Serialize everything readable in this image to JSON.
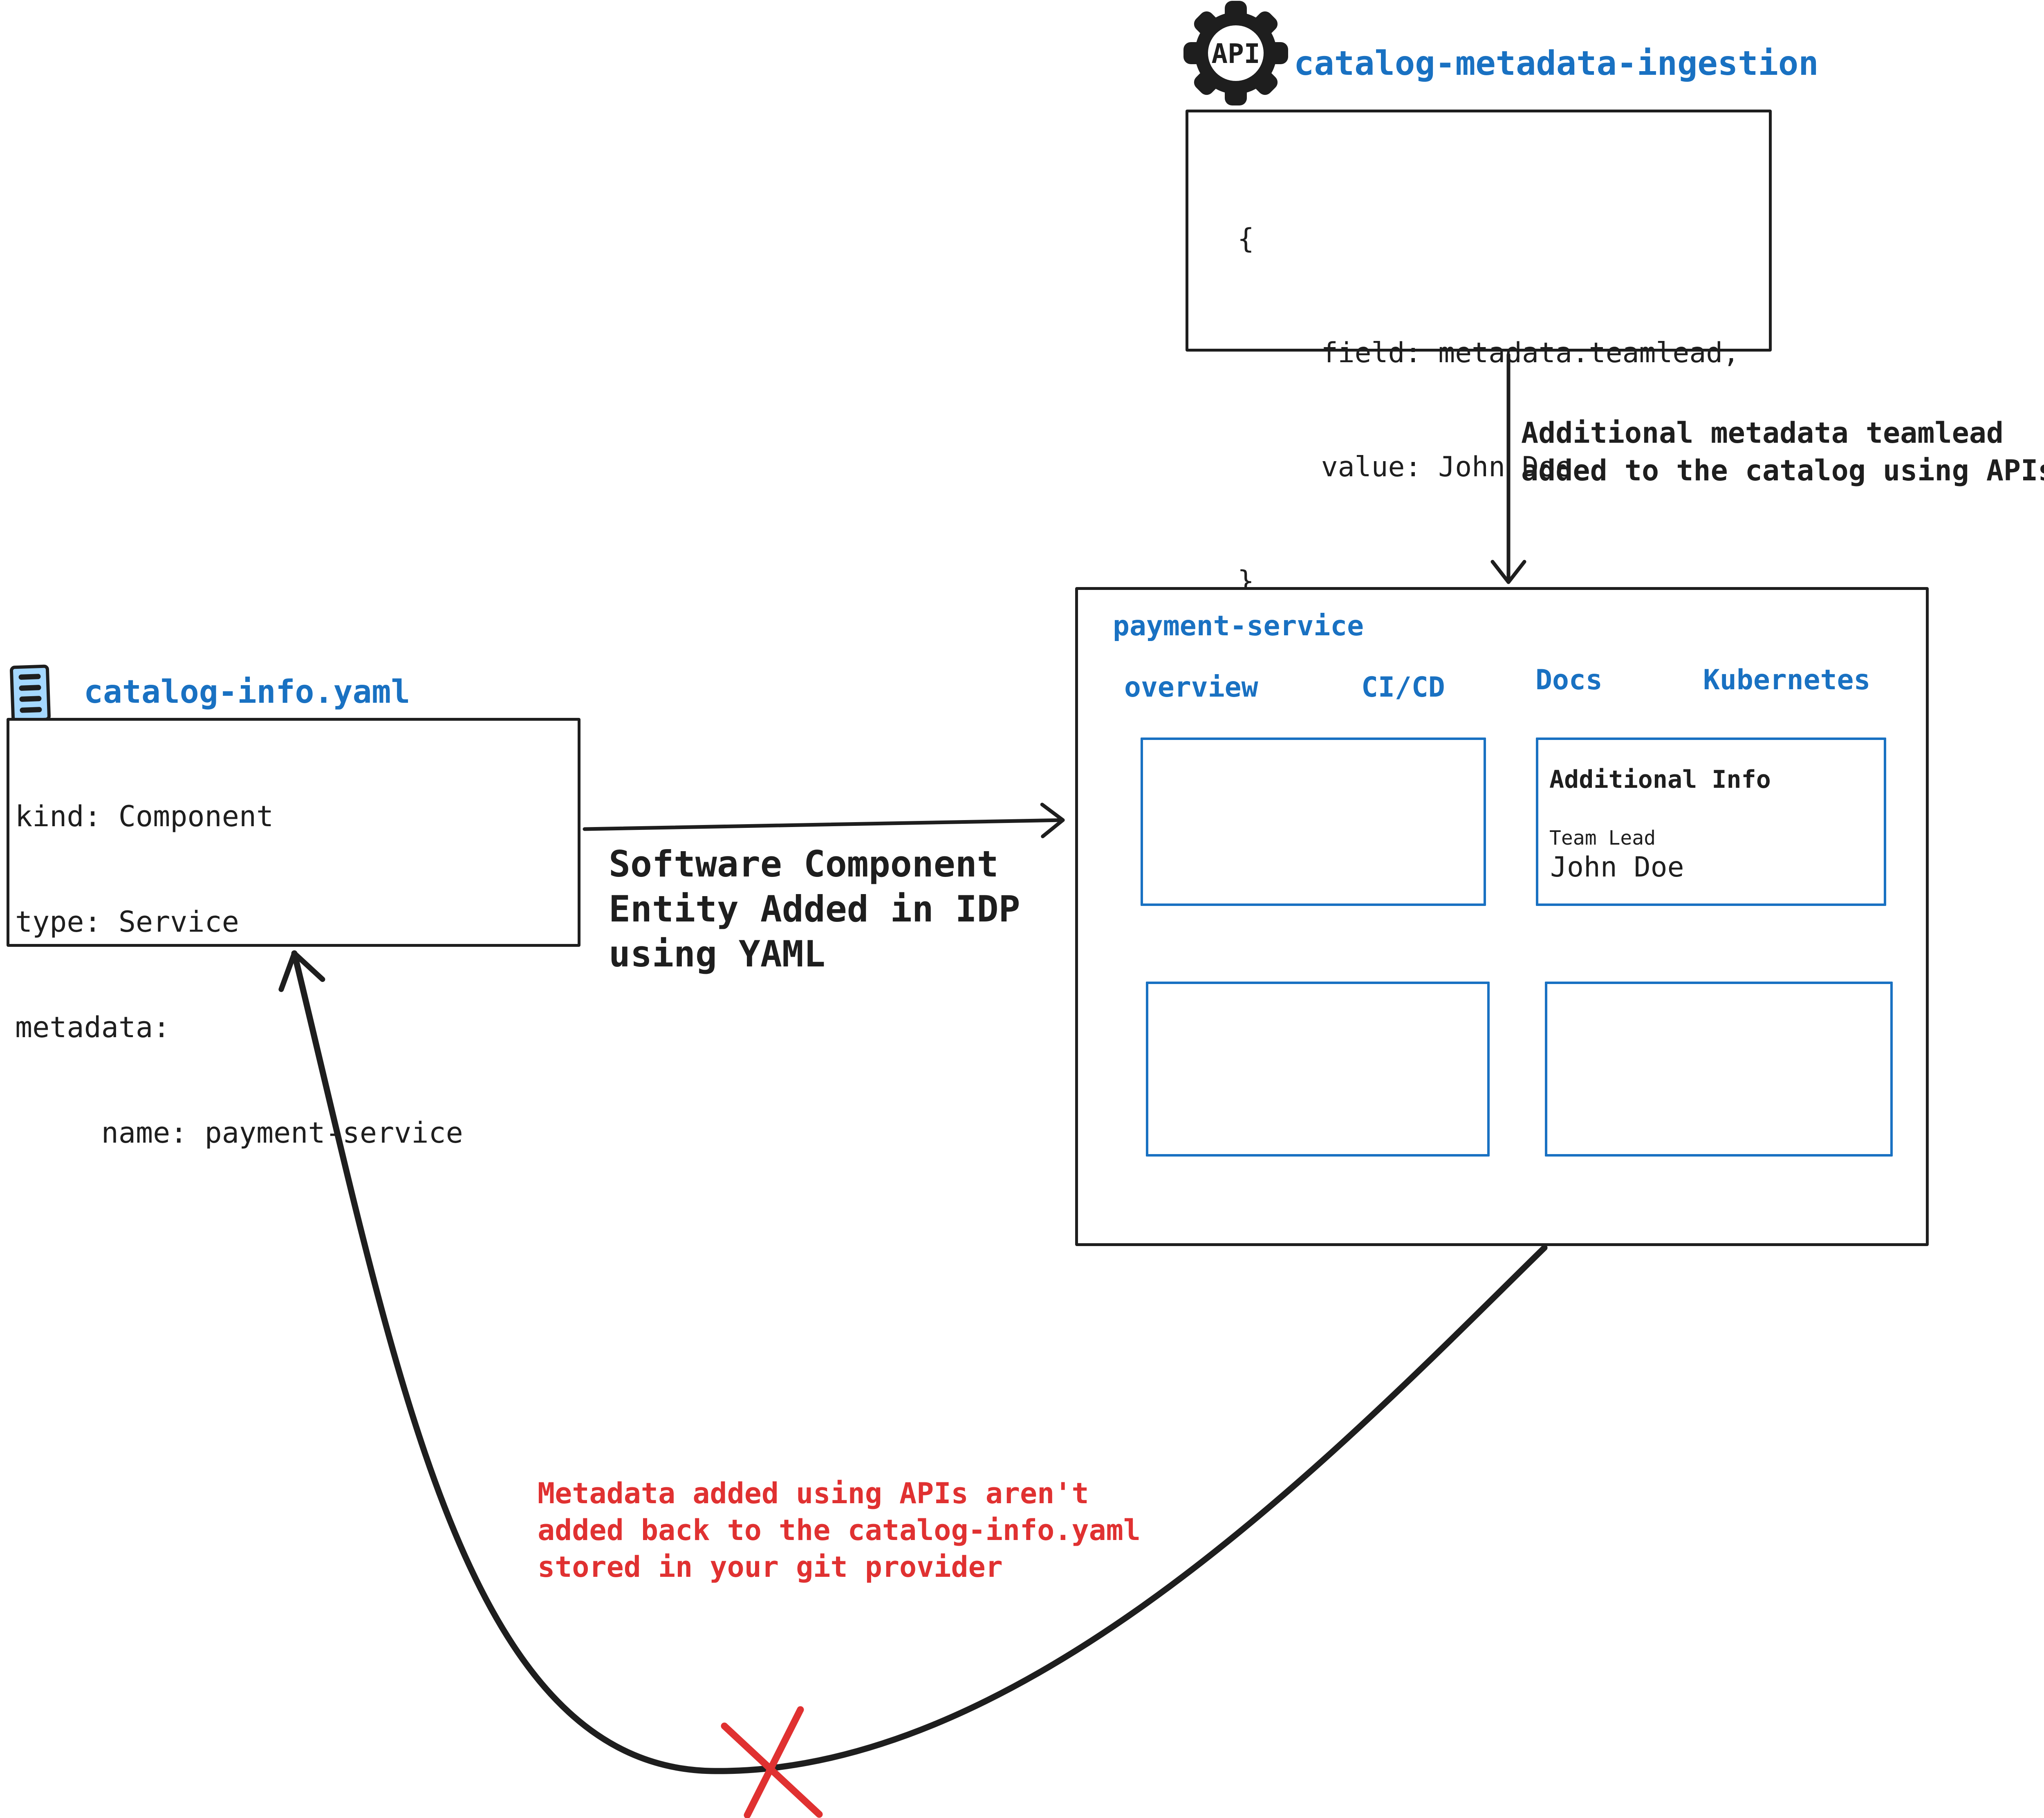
{
  "colors": {
    "accent_blue": "#1971c2",
    "warning_red": "#e03131",
    "ink_black": "#1e1e1e",
    "file_icon_fill": "#a5d8ff"
  },
  "api_service": {
    "icon_text": "API",
    "title": "catalog-metadata-ingestion",
    "code_lines": [
      "{",
      "     field: metadata.teamlead,",
      "     value: John Doe",
      "}"
    ]
  },
  "api_arrow_label": {
    "line1": "Additional metadata teamlead",
    "line2": "added to the catalog using APIs"
  },
  "idp_window": {
    "title": "payment-service",
    "tabs": [
      {
        "label": "overview"
      },
      {
        "label": "CI/CD"
      },
      {
        "label": "Docs"
      },
      {
        "label": "Kubernetes"
      }
    ],
    "additional_info_card": {
      "heading": "Additional Info",
      "field_label": "Team Lead",
      "field_value": "John Doe"
    }
  },
  "yaml_file": {
    "title": "catalog-info.yaml",
    "code_lines": [
      "kind: Component",
      "type: Service",
      "metadata:",
      "     name: payment-service"
    ]
  },
  "yaml_arrow_label": {
    "line1": "Software Component",
    "line2": "Entity Added in IDP",
    "line3": "using YAML"
  },
  "warning_note": {
    "line1": "Metadata added using APIs aren't",
    "line2": "added back to the catalog-info.yaml",
    "line3": "stored in your git provider"
  }
}
